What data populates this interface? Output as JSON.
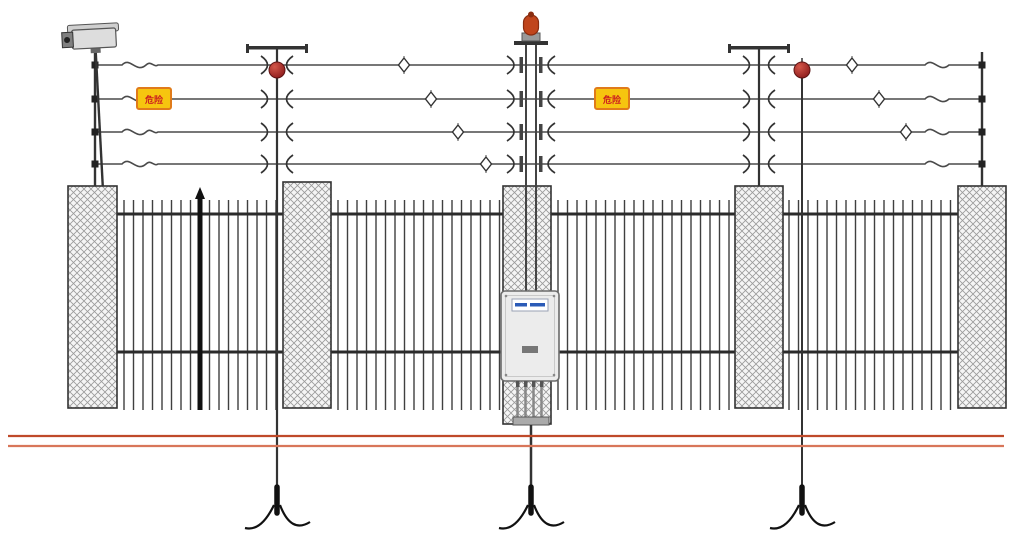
{
  "diagram": {
    "warning_sign": {
      "text": "危险"
    },
    "components": {
      "cctv_camera_count": 1,
      "alarm_beacon_count": 1,
      "energizer_box_count": 1,
      "mesh_pillar_count": 5,
      "electric_wire_count": 4,
      "warning_sign_count": 2,
      "tension_sphere_count": 2,
      "ground_rod_count": 3,
      "ground_line_count": 2,
      "inline_insulator_count": 7
    }
  },
  "colors": {
    "wire": "#4a4a4a",
    "post": "#333333",
    "pillar_fill": "#f5f5f5",
    "pillar_hatch": "#9a9a9a",
    "pillar_border": "#333333",
    "fence_bar": "#3f3f3f",
    "rail": "#2b2b2b",
    "sign_bg": "#f6c50f",
    "sign_border": "#e07b1a",
    "sign_text": "#cc1f1f",
    "sphere": "#8f1d1d",
    "sphere_hi": "#d4574a",
    "beacon": "#c0451c",
    "beacon_dark": "#8a2d10",
    "box_fill": "#ececec",
    "box_border": "#6b6b6b",
    "label_accent": "#2b5bb7",
    "ground_line_1": "#bf4a2a",
    "ground_line_2": "#d8765a",
    "rod": "#111111",
    "metal_light": "#dddddd",
    "metal_mid": "#999999",
    "metal_dark": "#555555"
  }
}
